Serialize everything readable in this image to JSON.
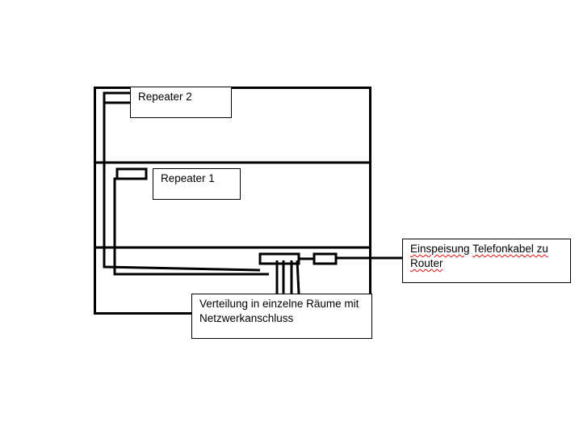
{
  "labels": {
    "repeater2": "Repeater 2",
    "repeater1": "Repeater 1",
    "router_feed_word": "Einspeisung",
    "router_feed_rest": "Telefonkabel zu Router",
    "distribution": "Verteilung in einzelne Räume mit Netzwerkanschluss"
  },
  "colors": {
    "line": "#000000",
    "spellcheck_underline": "#e01010"
  }
}
